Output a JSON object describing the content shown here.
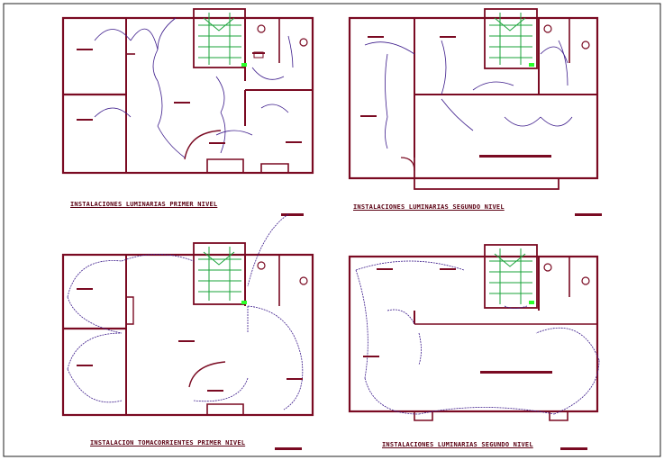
{
  "drawing": {
    "titles": {
      "plan_1": "INSTALACIONES LUMINARIAS PRIMER NIVEL",
      "plan_2": "INSTALACIONES LUMINARIAS SEGUNDO NIVEL",
      "plan_3": "INSTALACION TOMACORRIENTES PRIMER NIVEL",
      "plan_4": "INSTALACIONES LUMINARIAS SEGUNDO NIVEL"
    },
    "colors": {
      "wall": "#7a0a22",
      "wire": "#3b1a8a",
      "stair": "#1aa33a",
      "label": "#5a0012",
      "marker": "#2aff2a"
    }
  }
}
